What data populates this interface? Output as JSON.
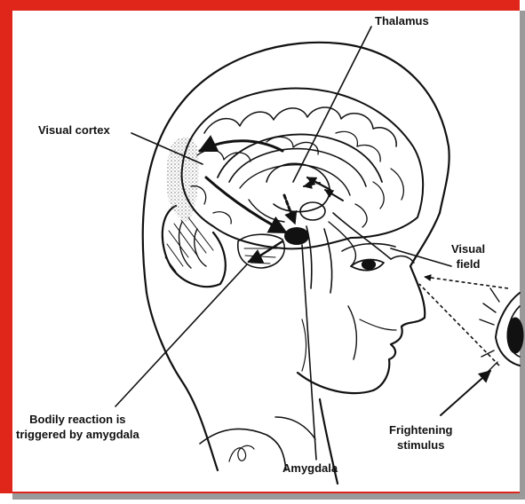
{
  "labels": {
    "thalamus": "Thalamus",
    "visual_cortex": "Visual cortex",
    "visual_field": [
      "Visual",
      "field"
    ],
    "bodily_reaction": [
      "Bodily reaction is",
      "triggered by amygdala"
    ],
    "frightening_stimulus": [
      "Frightening",
      "stimulus"
    ],
    "amygdala": "Amygdala"
  },
  "colors": {
    "frame_red": "#e0261b",
    "frame_shadow": "#9a9a9a",
    "ink": "#111111",
    "cortex_stipple": "#8a8a8a"
  }
}
